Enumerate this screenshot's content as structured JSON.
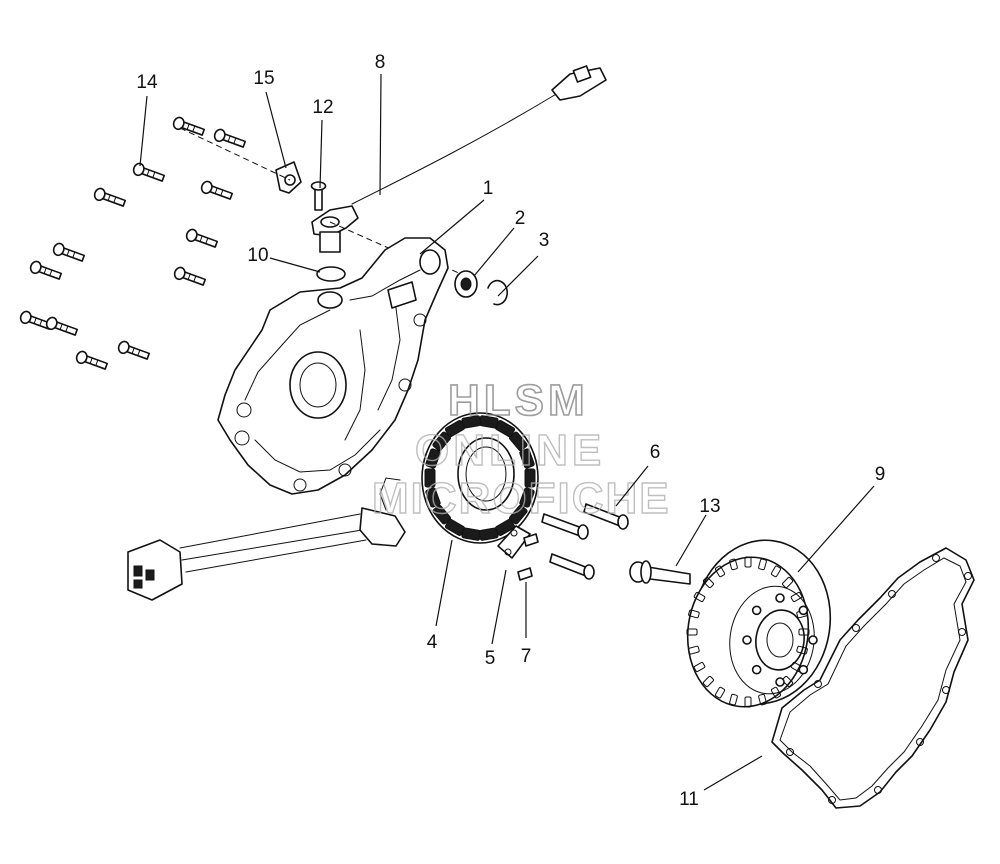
{
  "diagram": {
    "callouts": [
      {
        "id": "1",
        "text": "1"
      },
      {
        "id": "2",
        "text": "2"
      },
      {
        "id": "3",
        "text": "3"
      },
      {
        "id": "4",
        "text": "4"
      },
      {
        "id": "5",
        "text": "5"
      },
      {
        "id": "6",
        "text": "6"
      },
      {
        "id": "7",
        "text": "7"
      },
      {
        "id": "8",
        "text": "8"
      },
      {
        "id": "9",
        "text": "9"
      },
      {
        "id": "10",
        "text": "10"
      },
      {
        "id": "11",
        "text": "11"
      },
      {
        "id": "12",
        "text": "12"
      },
      {
        "id": "13",
        "text": "13"
      },
      {
        "id": "14",
        "text": "14"
      },
      {
        "id": "15",
        "text": "15"
      }
    ],
    "watermark": {
      "line1": "HLSM",
      "line2": "ONLINE",
      "line3": "MICROFICHE"
    }
  }
}
